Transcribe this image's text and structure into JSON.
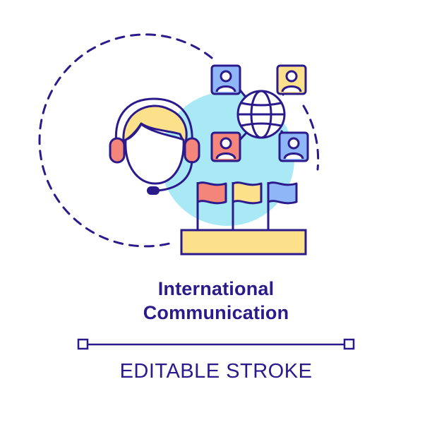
{
  "title": {
    "line1": "International",
    "line2": "Communication"
  },
  "footer": {
    "label": "EDITABLE STROKE"
  },
  "colors": {
    "outline": "#2a1a8c",
    "sky_blue": "#a9e8f5",
    "yellow": "#fde08a",
    "skin": "#ffffff",
    "coral": "#f3857a",
    "flag_blue": "#8fb7f7"
  },
  "icons": [
    "operator-headset-icon",
    "globe-icon",
    "user-avatar-icon",
    "flag-icon",
    "podium-icon"
  ]
}
